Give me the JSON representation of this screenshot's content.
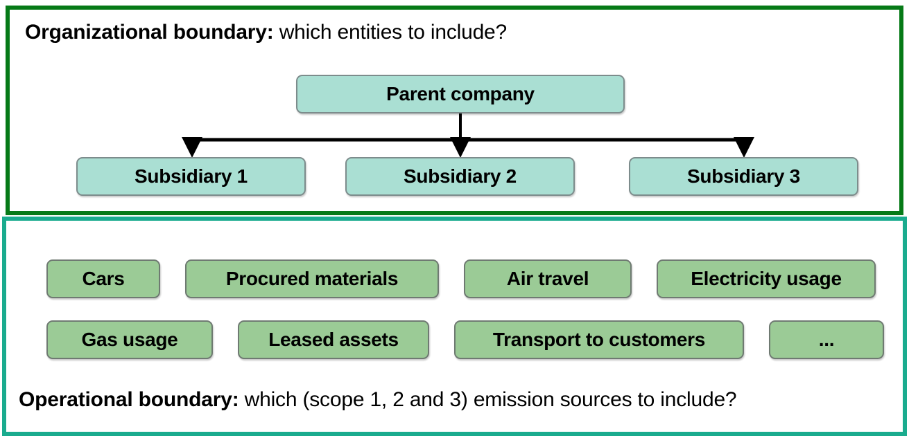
{
  "colors": {
    "organizational_border": "#067a17",
    "operational_border": "#1aab8e",
    "entity_node_fill": "#aadfd3",
    "source_node_fill": "#9bcb96",
    "node_border": "#6f7a72",
    "text": "#000000",
    "connector": "#000000"
  },
  "organizational_boundary": {
    "caption_lead": "Organizational boundary:",
    "caption_rest": " which entities to include?",
    "parent": {
      "label": "Parent company"
    },
    "subsidiaries": [
      {
        "label": "Subsidiary 1"
      },
      {
        "label": "Subsidiary 2"
      },
      {
        "label": "Subsidiary 3"
      }
    ]
  },
  "operational_boundary": {
    "caption_lead": "Operational boundary:",
    "caption_rest": " which (scope 1, 2 and 3) emission sources to include?",
    "rows": [
      [
        {
          "label": "Cars"
        },
        {
          "label": "Procured materials"
        },
        {
          "label": "Air travel"
        },
        {
          "label": "Electricity usage"
        }
      ],
      [
        {
          "label": "Gas usage"
        },
        {
          "label": "Leased assets"
        },
        {
          "label": "Transport to customers"
        },
        {
          "label": "..."
        }
      ]
    ]
  }
}
